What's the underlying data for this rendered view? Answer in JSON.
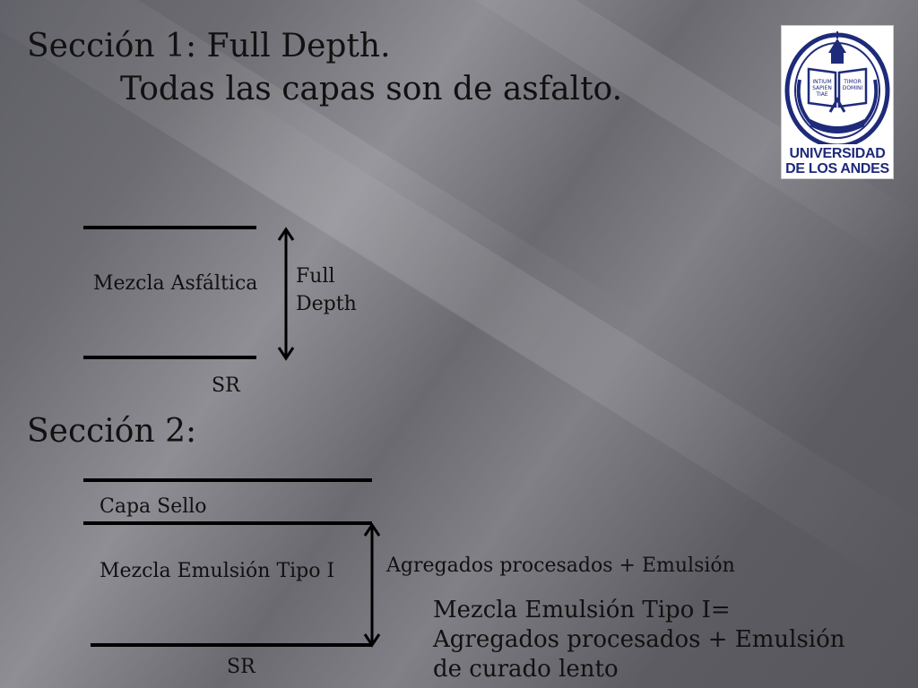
{
  "slide": {
    "title_line1": "Sección 1: Full Depth.",
    "title_line2": "Todas las capas son de asfalto.",
    "section2_title": "Sección 2:"
  },
  "logo": {
    "line1": "UNIVERSIDAD",
    "line2": "DE LOS ANDES",
    "book_left": "INTIUM SAPIEN TIAE",
    "book_right": "TIMOR DOMINI"
  },
  "section1": {
    "layer_label": "Mezcla Asfáltica",
    "depth_label_line1": "Full",
    "depth_label_line2": "Depth",
    "base_label": "SR"
  },
  "section2": {
    "top_layer_label": "Capa Sello",
    "main_layer_label": "Mezcla Emulsión Tipo I",
    "arrow_label": "Agregados procesados + Emulsión",
    "definition": "Mezcla Emulsión Tipo I= Agregados procesados + Emulsión de curado lento",
    "base_label": "SR"
  },
  "colors": {
    "text": "#111111",
    "logo_blue": "#1e2a7a"
  }
}
